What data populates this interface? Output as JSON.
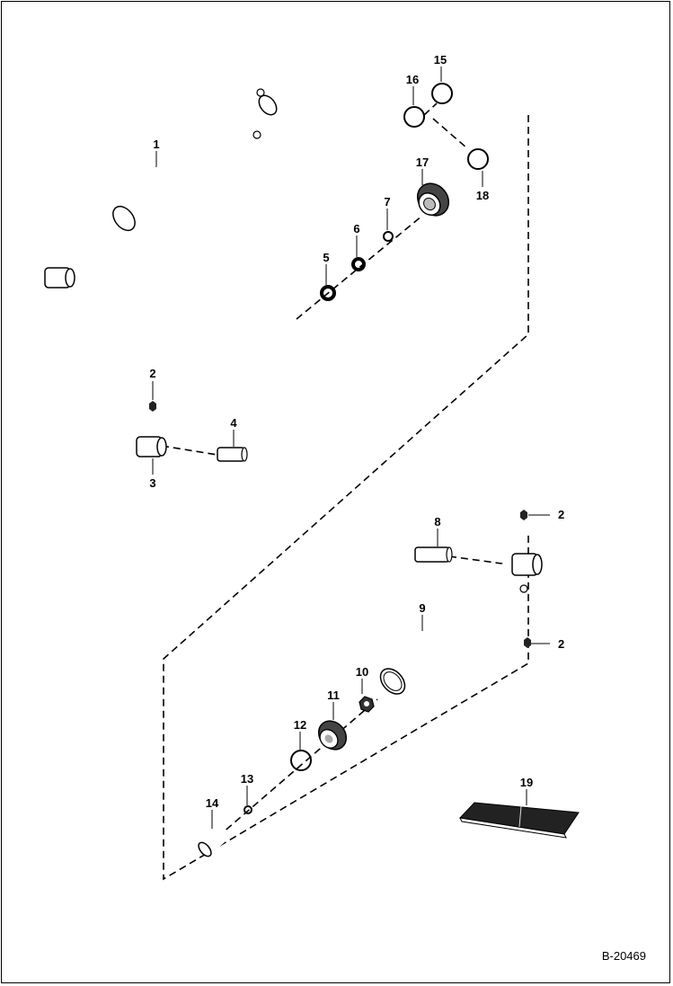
{
  "diagram": {
    "figure_code": "B-20469",
    "callouts": {
      "c1": "1",
      "c2a": "2",
      "c2b": "2",
      "c2c": "2",
      "c3": "3",
      "c4": "4",
      "c5": "5",
      "c6": "6",
      "c7": "7",
      "c8": "8",
      "c9": "9",
      "c10": "10",
      "c11": "11",
      "c12": "12",
      "c13": "13",
      "c14": "14",
      "c15": "15",
      "c16": "16",
      "c17": "17",
      "c18": "18",
      "c19": "19"
    }
  }
}
